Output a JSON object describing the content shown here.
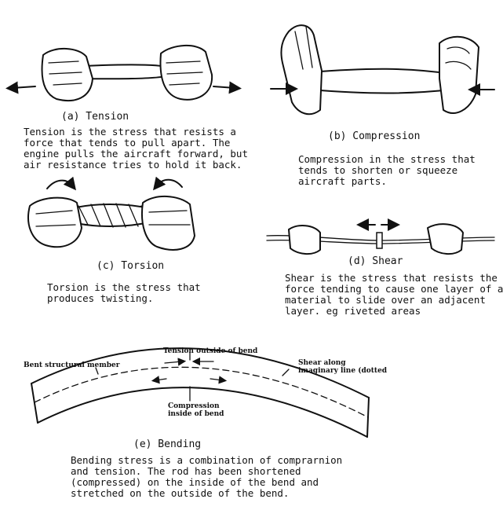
{
  "tension": {
    "caption": "(a) Tension",
    "lines": [
      "Tension is the stress that resists a",
      "force that tends to pull apart. The",
      "engine pulls the aircraft forward, but",
      "air resistance tries to hold it back."
    ]
  },
  "compression": {
    "caption": "(b) Compression",
    "lines": [
      "Compression in the stress that",
      "tends to shorten or squeeze",
      "aircraft parts."
    ]
  },
  "torsion": {
    "caption": "(c) Torsion",
    "lines": [
      "Torsion is the stress that",
      "produces twisting."
    ]
  },
  "shear": {
    "caption": "(d) Shear",
    "lines": [
      "Shear is the stress that resists the",
      "force tending to cause one layer of a",
      "material to slide over an adjacent",
      "layer. eg riveted areas"
    ]
  },
  "bending": {
    "caption": "(e) Bending",
    "label_member": "Bent structural member",
    "label_tension": "Tension outside of bend",
    "label_shear": [
      "Shear along",
      "imaginary line (dotted"
    ],
    "label_compression": [
      "Compression",
      "inside of bend"
    ],
    "lines": [
      "Bending stress is a combination of comprarnion",
      "and tension. The rod has been shortened",
      "(compressed) on the inside of the bend and",
      "stretched on the outside of the bend."
    ]
  }
}
